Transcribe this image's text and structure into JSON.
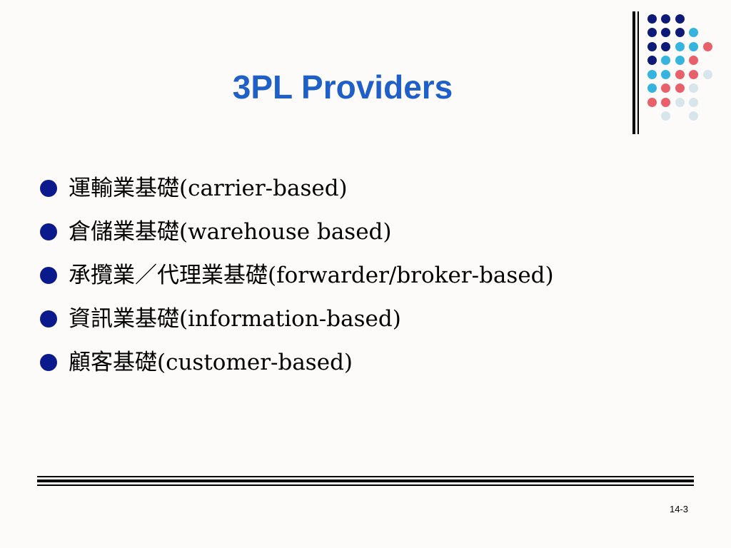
{
  "slide": {
    "title": "3PL Providers",
    "bullets": [
      "運輸業基礎(carrier-based)",
      "倉儲業基礎(warehouse based)",
      "承攬業／代理業基礎(forwarder/broker-based)",
      "資訊業基礎(information-based)",
      "顧客基礎(customer-based)"
    ],
    "page_number": "14-3"
  },
  "colors": {
    "title": "#1f5fc8",
    "bullet": "#0a1a8c",
    "dot_navy": "#0d1a78",
    "dot_cyan": "#36b4e0",
    "dot_coral": "#e8606a",
    "dot_pale": "#d6e6ea"
  }
}
